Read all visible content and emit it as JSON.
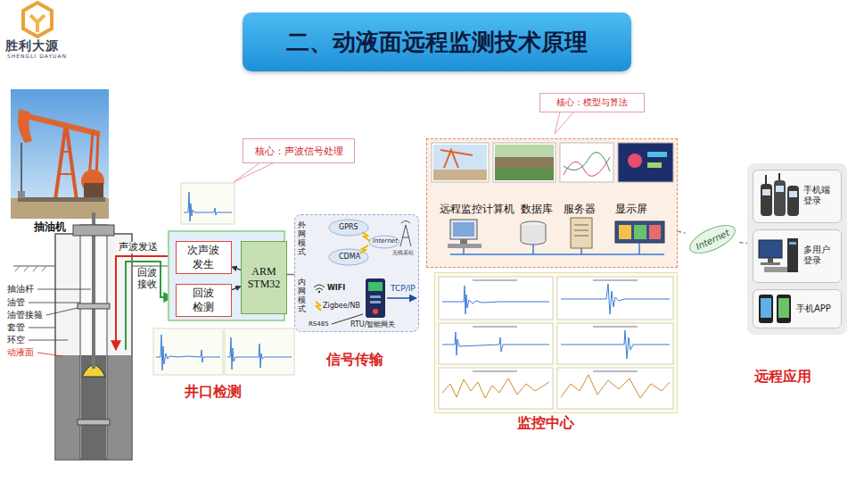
{
  "diagram": {
    "title": "二、动液面远程监测技术原理",
    "nodes": [
      {
        "text": [
          "核心：声波信号处理"
        ]
      },
      {
        "text": [
          "井口检测"
        ]
      },
      {
        "text": [
          "次声波发生"
        ],
        "in": 1
      },
      {
        "text": [
          "回波检测"
        ],
        "in": 1
      },
      {
        "text": [
          "ARM STM32"
        ],
        "in": 1
      },
      {
        "text": [
          "信号传输"
        ]
      },
      {
        "text": [
          "RTU/智能网关"
        ],
        "in": 5
      },
      {
        "text": [
          "核心：模型与算法"
        ]
      },
      {
        "text": [
          "远程监控计算机",
          "数据库",
          "服务器",
          "显示屏"
        ]
      },
      {
        "text": [
          "监控中心"
        ]
      },
      {
        "text": [
          "Internet"
        ]
      },
      {
        "text": [
          "远程应用"
        ]
      },
      {
        "text": [
          "手机端 登录"
        ],
        "in": 11
      },
      {
        "text": [
          "多用户 登录"
        ],
        "in": 11
      },
      {
        "text": [
          "手机APP"
        ],
        "in": 11
      }
    ],
    "edges": [
      {
        "from": 4,
        "to": 2,
        "arrow": "to"
      },
      {
        "from": 3,
        "to": 4,
        "arrow": "to"
      },
      {
        "from": 1,
        "to": 5,
        "arrow": "none"
      },
      {
        "from": 8,
        "to": 10,
        "arrow": "none"
      },
      {
        "from": 10,
        "to": 11,
        "arrow": "none"
      }
    ],
    "labels": [
      "胜利大源",
      "SHENGLI DAYUAN",
      "抽油机",
      "声波发送",
      "回波接收",
      "抽油杆",
      "油管",
      "油管接箍",
      "套管",
      "环空",
      "动液面",
      "外网模式",
      "GPRS",
      "CDMA",
      "Internet",
      "无线基站",
      "内网模式",
      "WIFI",
      "Zigbee/NB",
      "RS485",
      "TCP/IP"
    ]
  }
}
